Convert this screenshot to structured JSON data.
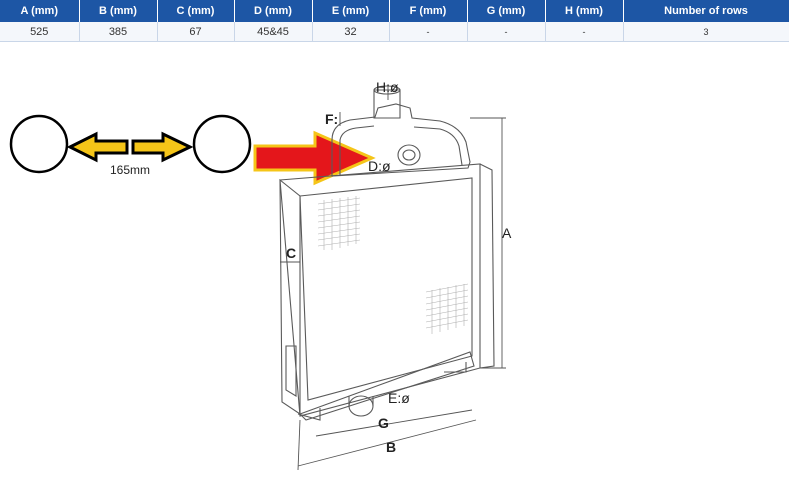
{
  "table": {
    "headers": [
      "A (mm)",
      "B (mm)",
      "C (mm)",
      "D (mm)",
      "E (mm)",
      "F (mm)",
      "G (mm)",
      "H (mm)",
      "Number of rows"
    ],
    "values": [
      "525",
      "385",
      "67",
      "45&45",
      "32",
      "-",
      "-",
      "-",
      "3"
    ]
  },
  "diagram": {
    "distance_label": "165mm",
    "labels": {
      "a": "A",
      "b": "B",
      "c": "C",
      "d": "D:ø",
      "e": "E:ø",
      "f": "F:",
      "g": "G",
      "h": "H:ø"
    },
    "colors": {
      "arrow_fill_yellow": "#f5c518",
      "arrow_fill_red": "#e4161b",
      "table_header": "#1d56a5"
    }
  }
}
